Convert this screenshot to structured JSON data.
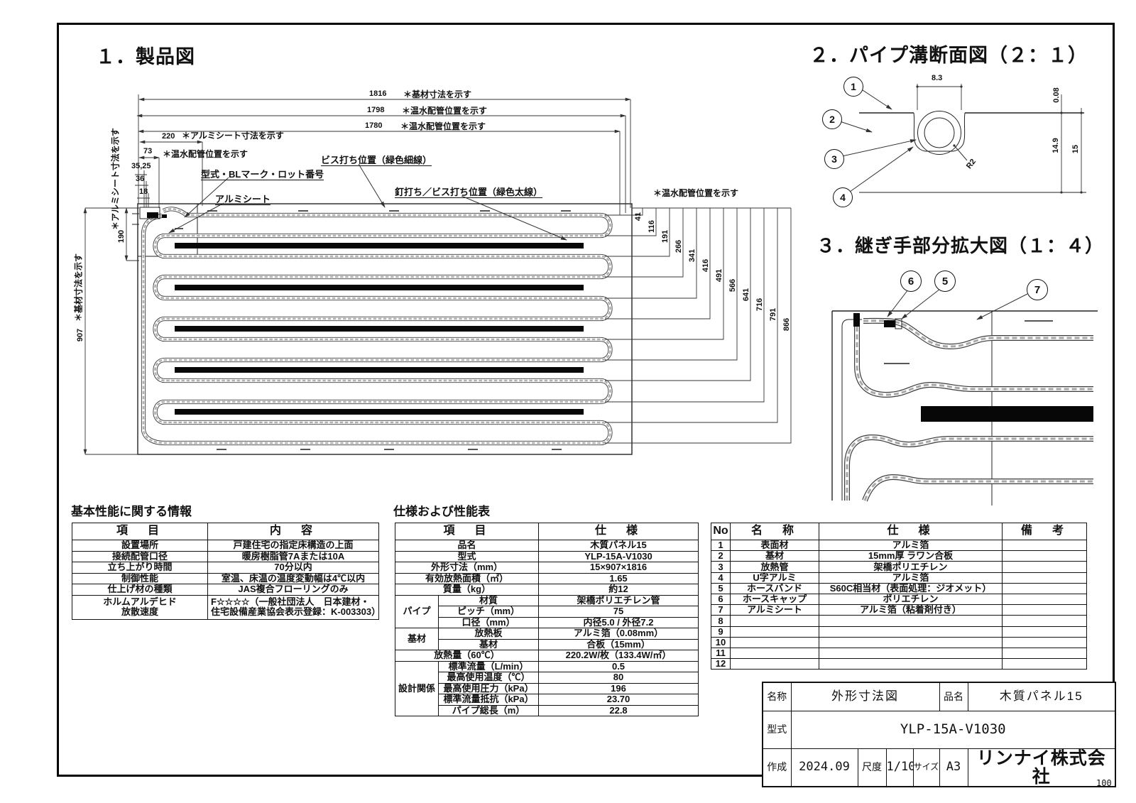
{
  "page": {
    "sheet_number": "100"
  },
  "sections": {
    "s1_title": "１．製品図",
    "s2_title": "２．パイプ溝断面図（２：１）",
    "s3_title": "３．継ぎ手部分拡大図（１：４）"
  },
  "drawing1": {
    "dim_1816": "1816",
    "note_1816": "＊基材寸法を示す",
    "dim_1798": "1798",
    "note_1798": "＊温水配管位置を示す",
    "dim_1780": "1780",
    "note_1780": "＊温水配管位置を示す",
    "dim_220": "220",
    "note_220": "＊アルミシート寸法を示す",
    "dim_73": "73",
    "note_73": "＊温水配管位置を示す",
    "dim_35_25": "35,25",
    "dim_36": "36",
    "dim_18": "18",
    "dim_190": "190",
    "note_190": "＊アルミシート寸法を示す",
    "dim_907": "907",
    "note_907": "＊基材寸法を示す",
    "note_right": "＊温水配管位置を示す",
    "right_dims": [
      "41",
      "116",
      "191",
      "266",
      "341",
      "416",
      "491",
      "566",
      "641",
      "716",
      "791",
      "866"
    ],
    "label_model": "型式・BLマーク・ロット番号",
    "label_sheet": "アルミシート",
    "label_screw": "ビス打ち位置（緑色細線）",
    "label_nail": "釘打ち／ビス打ち位置（緑色太線）"
  },
  "drawing2": {
    "dim_83": "8.3",
    "dim_008": "0.08",
    "dim_149": "14.9",
    "dim_15": "15",
    "dim_r2": "R2",
    "balloons": [
      "1",
      "2",
      "3",
      "4"
    ]
  },
  "drawing3": {
    "balloons": [
      "6",
      "5",
      "7"
    ]
  },
  "table_basic": {
    "title": "基本性能に関する情報",
    "col_item": "項　目",
    "col_content": "内　容",
    "rows": [
      {
        "item": "設置場所",
        "content": "戸建住宅の指定床構造の上面"
      },
      {
        "item": "接続配管口径",
        "content": "暖房樹脂管7Aまたは10A"
      },
      {
        "item": "立ち上がり時間",
        "content": "70分以内"
      },
      {
        "item": "制御性能",
        "content": "室温、床温の温度変動幅は4℃以内"
      },
      {
        "item": "仕上げ材の種類",
        "content": "JAS複合フローリングのみ"
      },
      {
        "item": "ホルムアルデヒド\n放散速度",
        "content": "F☆☆☆☆（一般社団法人　日本建材・\n住宅設備産業協会表示登録：K-003303）"
      }
    ]
  },
  "table_spec": {
    "title": "仕様および性能表",
    "col_item": "項　目",
    "col_spec": "仕　様",
    "rows_simple": [
      {
        "item": "品名",
        "spec": "木質パネル15"
      },
      {
        "item": "型式",
        "spec": "YLP-15A-V1030"
      },
      {
        "item": "外形寸法（mm）",
        "spec": "15×907×1816"
      },
      {
        "item": "有効放熱面積（㎡）",
        "spec": "1.65"
      },
      {
        "item": "質量（kg）",
        "spec": "約12"
      }
    ],
    "group_pipe": {
      "name": "パイプ",
      "rows": [
        {
          "item": "材質",
          "spec": "架橋ポリエチレン管"
        },
        {
          "item": "ピッチ（mm）",
          "spec": "75"
        },
        {
          "item": "口径（mm）",
          "spec": "内径5.0 / 外径7.2"
        }
      ]
    },
    "group_base": {
      "name": "基材",
      "rows": [
        {
          "item": "放熱板",
          "spec": "アルミ箔（0.08mm）"
        },
        {
          "item": "基材",
          "spec": "合板（15mm）"
        }
      ]
    },
    "row_heat": {
      "item": "放熱量（60℃）",
      "spec": "220.2W/枚（133.4W/㎡）"
    },
    "group_design": {
      "name": "設計関係",
      "rows": [
        {
          "item": "標準流量（L/min）",
          "spec": "0.5"
        },
        {
          "item": "最高使用温度（℃）",
          "spec": "80"
        },
        {
          "item": "最高使用圧力（kPa）",
          "spec": "196"
        },
        {
          "item": "標準流量抵抗（kPa）",
          "spec": "23.70"
        },
        {
          "item": "パイプ総長（m）",
          "spec": "22.8"
        }
      ]
    }
  },
  "table_parts": {
    "col_no": "No",
    "col_name": "名　称",
    "col_spec": "仕　様",
    "col_note": "備　考",
    "rows": [
      {
        "no": "1",
        "name": "表面材",
        "spec": "アルミ箔",
        "note": ""
      },
      {
        "no": "2",
        "name": "基材",
        "spec": "15mm厚 ラワン合板",
        "note": ""
      },
      {
        "no": "3",
        "name": "放熱管",
        "spec": "架橋ポリエチレン",
        "note": ""
      },
      {
        "no": "4",
        "name": "U字アルミ",
        "spec": "アルミ箔",
        "note": ""
      },
      {
        "no": "5",
        "name": "ホースバンド",
        "spec": "S60C相当材（表面処理：ジオメット）",
        "note": ""
      },
      {
        "no": "6",
        "name": "ホースキャップ",
        "spec": "ポリエチレン",
        "note": ""
      },
      {
        "no": "7",
        "name": "アルミシート",
        "spec": "アルミ箔（粘着剤付き）",
        "note": ""
      },
      {
        "no": "8",
        "name": "",
        "spec": "",
        "note": ""
      },
      {
        "no": "9",
        "name": "",
        "spec": "",
        "note": ""
      },
      {
        "no": "10",
        "name": "",
        "spec": "",
        "note": ""
      },
      {
        "no": "11",
        "name": "",
        "spec": "",
        "note": ""
      },
      {
        "no": "12",
        "name": "",
        "spec": "",
        "note": ""
      }
    ]
  },
  "title_block": {
    "name_label": "名称",
    "name_value": "外形寸法図",
    "product_label": "品名",
    "product_value": "木質パネル15",
    "model_label": "型式",
    "model_value": "YLP-15A-V1030",
    "date_label": "作成",
    "date_value": "2024.09",
    "scale_label": "尺度",
    "scale_value": "1/10",
    "size_label": "サイズ",
    "size_value": "A3",
    "company": "リンナイ株式会社"
  }
}
